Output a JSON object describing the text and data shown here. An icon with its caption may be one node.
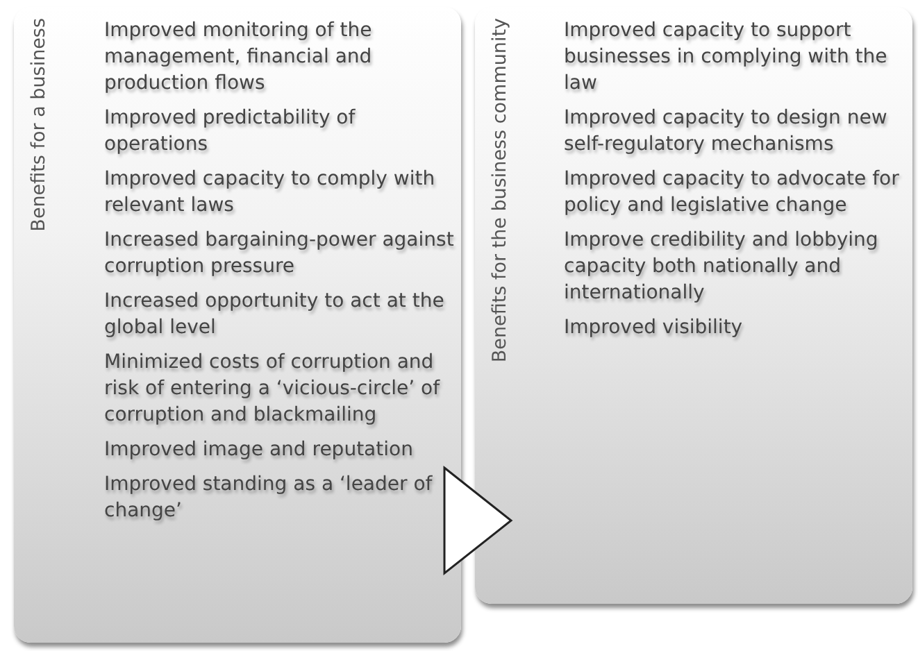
{
  "diagram": {
    "nodes": [
      {
        "text": [
          "Benefits for a business",
          "Improved monitoring of the management, financial and production flows",
          "Improved predictability of operations",
          "Improved capacity to comply with relevant laws",
          "Increased bargaining-power against corruption pressure",
          "Increased opportunity to act at the global level",
          "Minimized costs of corruption and risk of entering a ‘vicious-circle’ of corruption and blackmailing",
          "Improved image and reputation",
          "Improved standing as a ‘leader of change’"
        ]
      },
      {
        "text": [
          "Benefits for the business community",
          "Improved capacity to support businesses in complying with the law",
          "Improved capacity to design new self-regulatory mechanisms",
          "Improved capacity to advocate for policy and legislative change",
          "Improve credibility and lobbying capacity both nationally and internationally",
          "Improved visibility"
        ]
      }
    ],
    "edges": [
      {
        "from": 0,
        "to": 1,
        "arrow": "to"
      }
    ]
  }
}
